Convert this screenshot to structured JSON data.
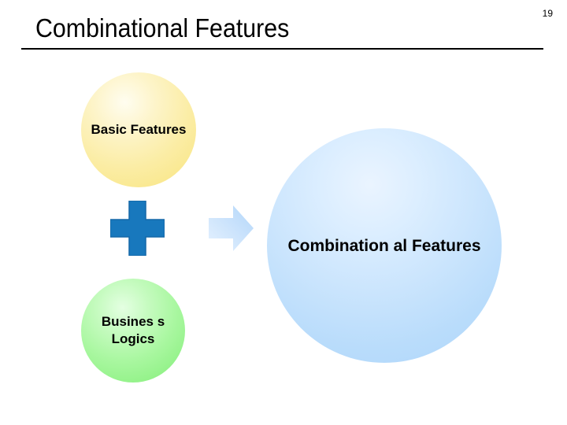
{
  "slide": {
    "number": "19",
    "title": "Combinational Features",
    "background_color": "#ffffff",
    "rule_color": "#000000"
  },
  "diagram": {
    "type": "concept-combination",
    "nodes": [
      {
        "id": "basic-features",
        "label": "Basic Features",
        "shape": "circle",
        "fill_color": "#fae88f",
        "highlight_color": "#fffdf0",
        "text_color": "#000000"
      },
      {
        "id": "business-logics",
        "label": "Busines s Logics",
        "shape": "circle",
        "fill_color": "#93f289",
        "highlight_color": "#e4ffe2",
        "text_color": "#000000"
      },
      {
        "id": "combinational-features",
        "label": "Combination al Features",
        "shape": "circle",
        "fill_color": "#b9dcfb",
        "highlight_color": "#eaf4ff",
        "text_color": "#000000"
      }
    ],
    "connectors": [
      {
        "id": "plus-operator",
        "icon": "plus-icon",
        "color": "#1878bd",
        "stroke_color": "#1569a8",
        "meaning": "combine"
      },
      {
        "id": "result-arrow",
        "icon": "arrow-right-icon",
        "color": "#bfdefb",
        "highlight_color": "#e6f2ff",
        "meaning": "yields"
      }
    ]
  }
}
